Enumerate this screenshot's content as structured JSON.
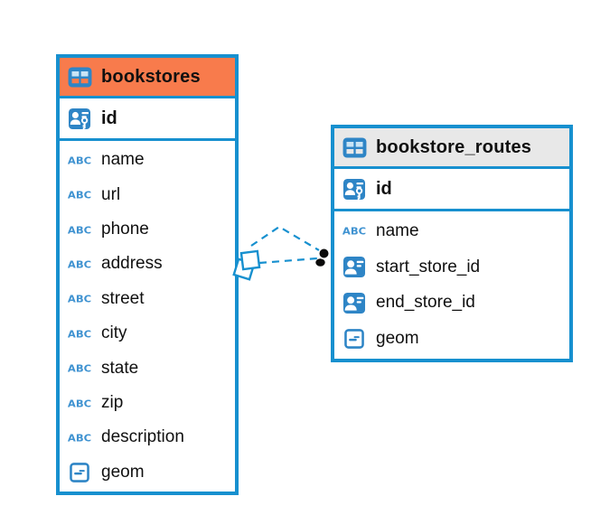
{
  "colors": {
    "accent_blue": "#1790CF",
    "icon_blue": "#2E85C6",
    "abc_blue": "#4093D1",
    "selected_header_orange": "#F87B4C",
    "header_gray": "#E8E8E8",
    "text_black": "#101010",
    "connector_dot_black": "#0A0A0A",
    "background": "#FFFFFF"
  },
  "tables": [
    {
      "name": "bookstores",
      "selected": true,
      "header_icon": "table-grid-icon",
      "primary_key": {
        "name": "id",
        "icon": "person-key-icon"
      },
      "columns": [
        {
          "name": "name",
          "type": "text"
        },
        {
          "name": "url",
          "type": "text"
        },
        {
          "name": "phone",
          "type": "text"
        },
        {
          "name": "address",
          "type": "text"
        },
        {
          "name": "street",
          "type": "text"
        },
        {
          "name": "city",
          "type": "text"
        },
        {
          "name": "state",
          "type": "text"
        },
        {
          "name": "zip",
          "type": "text"
        },
        {
          "name": "description",
          "type": "text"
        },
        {
          "name": "geom",
          "type": "geometry"
        }
      ]
    },
    {
      "name": "bookstore_routes",
      "selected": false,
      "header_icon": "table-grid-icon",
      "primary_key": {
        "name": "id",
        "icon": "person-key-icon"
      },
      "columns": [
        {
          "name": "name",
          "type": "text"
        },
        {
          "name": "start_store_id",
          "type": "reference"
        },
        {
          "name": "end_store_id",
          "type": "reference"
        },
        {
          "name": "geom",
          "type": "geometry"
        }
      ]
    }
  ],
  "type_icons": {
    "text": "abc-text-icon",
    "reference": "person-card-icon",
    "geometry": "geometry-icon"
  },
  "relationships": [
    {
      "from_table": "bookstores",
      "from_column": "id",
      "to_table": "bookstore_routes",
      "to_column": "start_store_id",
      "line_style": "dashed",
      "source_marker": "overlapping-squares-marker",
      "target_marker": "black-dot-marker"
    },
    {
      "from_table": "bookstores",
      "from_column": "id",
      "to_table": "bookstore_routes",
      "to_column": "end_store_id",
      "line_style": "dashed",
      "source_marker": "overlapping-squares-marker",
      "target_marker": "black-dot-marker"
    }
  ]
}
